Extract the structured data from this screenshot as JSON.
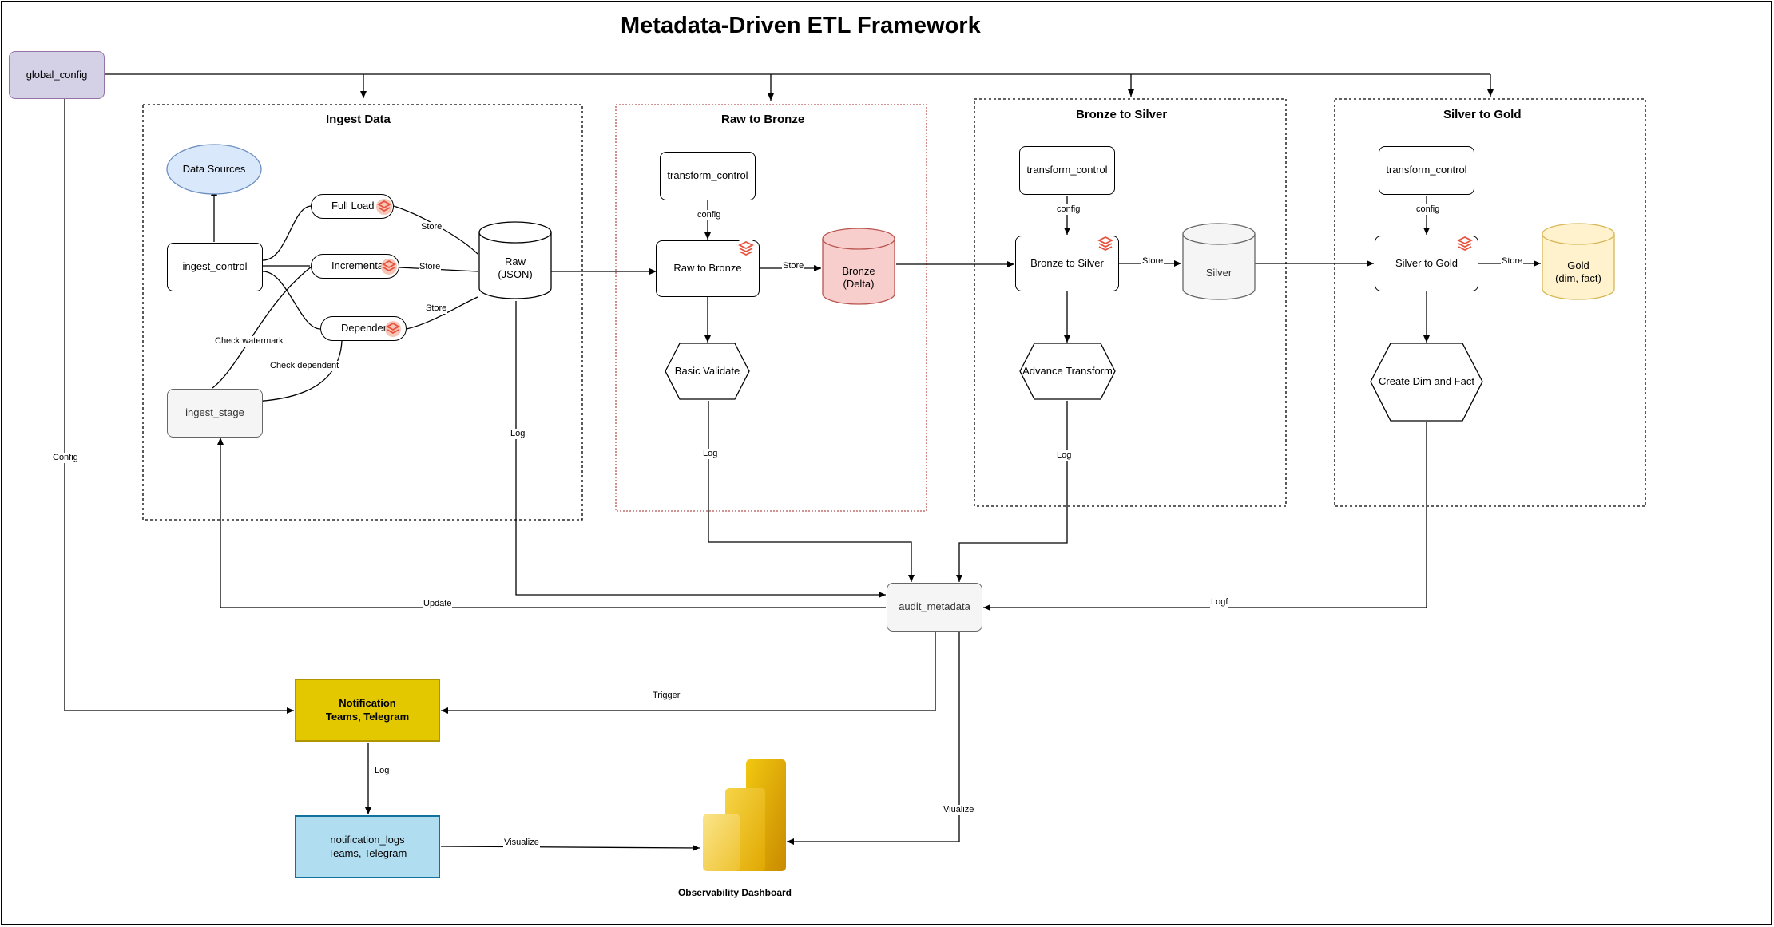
{
  "title": "Metadata-Driven ETL Framework",
  "global_config": "global_config",
  "containers": {
    "ingest": "Ingest Data",
    "raw_bronze": "Raw to Bronze",
    "bronze_silver": "Bronze to Silver",
    "silver_gold": "Silver to Gold"
  },
  "nodes": {
    "data_sources": "Data Sources",
    "ingest_control": "ingest_control",
    "full_load": "Full Load",
    "incremental": "Incremental",
    "dependent": "Dependent",
    "raw_json_1": "Raw",
    "raw_json_2": "(JSON)",
    "ingest_stage": "ingest_stage",
    "transform_control": "transform_control",
    "raw_to_bronze": "Raw to Bronze",
    "bronze_delta_1": "Bronze",
    "bronze_delta_2": "(Delta)",
    "basic_validate": "Basic Validate",
    "bronze_to_silver": "Bronze to Silver",
    "silver": "Silver",
    "advance_transform": "Advance Transform",
    "silver_to_gold": "Silver to Gold",
    "gold_1": "Gold",
    "gold_2": "(dim, fact)",
    "create_dim_fact": "Create Dim and Fact",
    "audit_metadata": "audit_metadata",
    "notification_1": "Notification",
    "notification_2": "Teams, Telegram",
    "notification_logs_1": "notification_logs",
    "notification_logs_2": "Teams, Telegram",
    "dashboard": "Observability Dashboard"
  },
  "edge_labels": {
    "store": "Store",
    "check_watermark": "Check watermark",
    "check_dependent": "Check dependent",
    "config_small": "config",
    "config": "Config",
    "log": "Log",
    "update": "Update",
    "logf": "Logf",
    "trigger": "Trigger",
    "visualize_cap": "Visualize",
    "viualize": "Viualize"
  },
  "colors": {
    "global_config_fill": "#d4d0e6",
    "data_sources_fill": "#dae8fc",
    "bronze_fill": "#f8cecc",
    "silver_fill": "#f5f5f5",
    "gold_fill": "#fff2cc",
    "notification_fill": "#e3c800",
    "notification_logs_fill": "#b1ddf0",
    "databricks_red": "#e8523d",
    "raw_bronze_border": "#b85450"
  }
}
